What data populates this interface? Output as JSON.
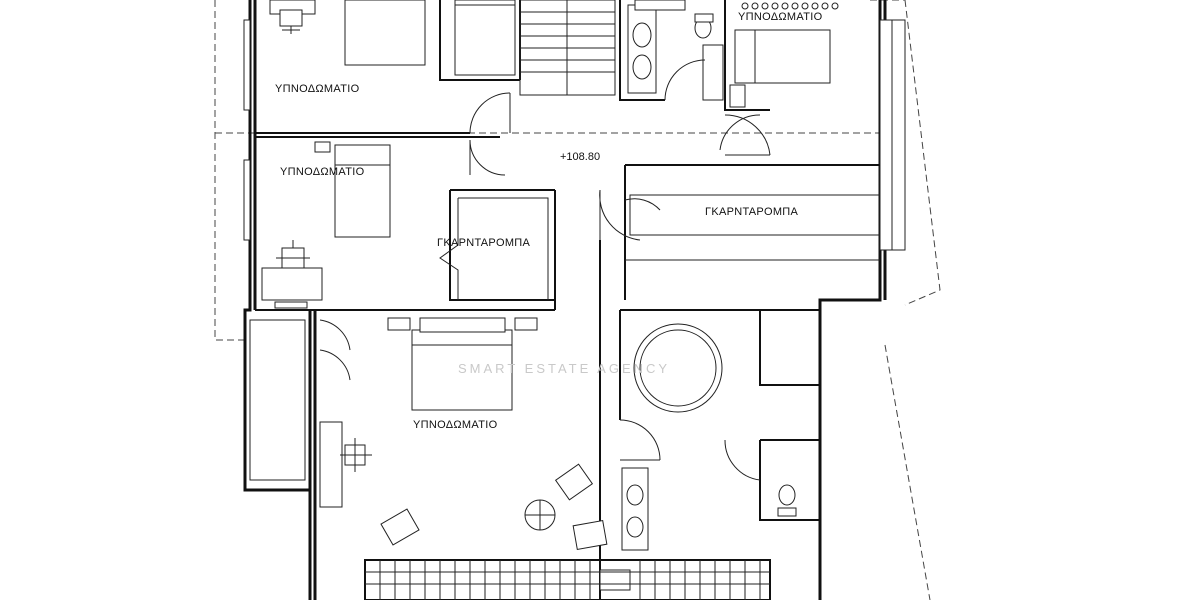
{
  "plan": {
    "rooms": {
      "bedroom_top_left": "ΥΠΝΟΔΩΜΑΤΙΟ",
      "bedroom_top_right": "ΥΠΝΟΔΩΜΑΤΙΟ",
      "bedroom_mid_left": "ΥΠΝΟΔΩΜΑΤΙΟ",
      "bedroom_master": "ΥΠΝΟΔΩΜΑΤΙΟ",
      "wardrobe_left": "ΓΚΑΡΝΤΑΡΟΜΠΑ",
      "wardrobe_right": "ΓΚΑΡΝΤΑΡΟΜΠΑ"
    },
    "level_mark": "+108.80",
    "watermark": "SMART ESTATE AGENCY"
  }
}
